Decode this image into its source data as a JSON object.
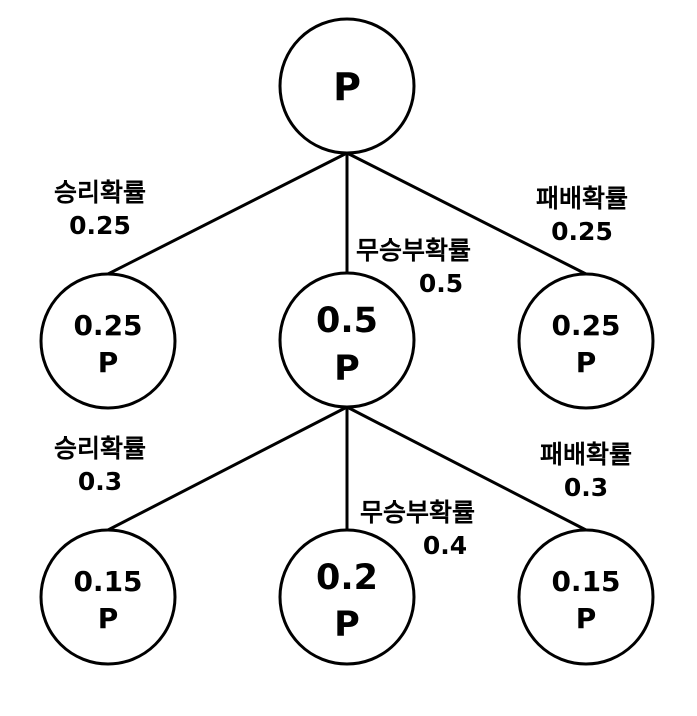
{
  "root": {
    "label": "P"
  },
  "level1": [
    {
      "value": "0.25",
      "label": "P"
    },
    {
      "value": "0.5",
      "label": "P"
    },
    {
      "value": "0.25",
      "label": "P"
    }
  ],
  "level2": [
    {
      "value": "0.15",
      "label": "P"
    },
    {
      "value": "0.2",
      "label": "P"
    },
    {
      "value": "0.15",
      "label": "P"
    }
  ],
  "edges_level1": [
    {
      "name": "승리확률",
      "prob": "0.25"
    },
    {
      "name": "무승부확률",
      "prob": "0.5"
    },
    {
      "name": "패배확률",
      "prob": "0.25"
    }
  ],
  "edges_level2": [
    {
      "name": "승리확률",
      "prob": "0.3"
    },
    {
      "name": "무승부확률",
      "prob": "0.4"
    },
    {
      "name": "패배확률",
      "prob": "0.3"
    }
  ]
}
